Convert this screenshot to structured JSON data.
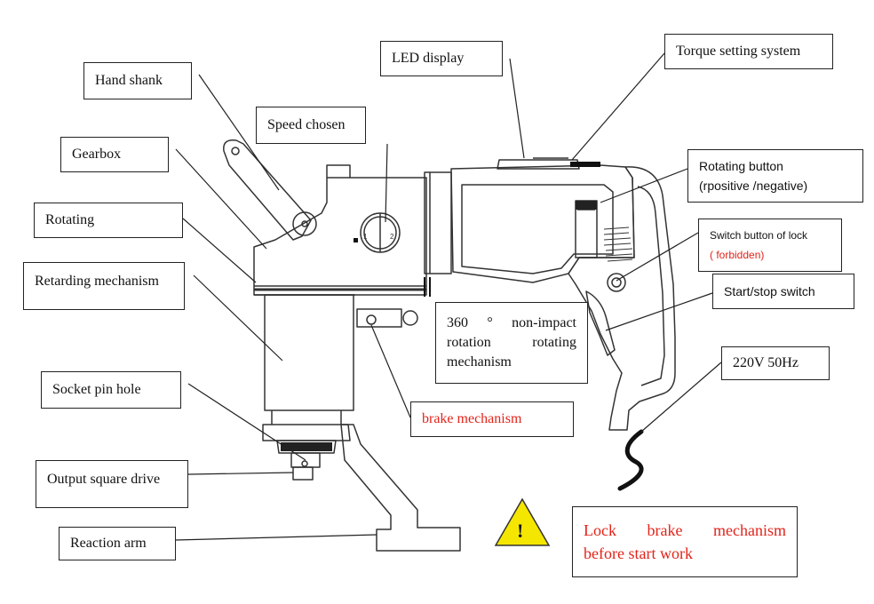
{
  "labels": {
    "hand_shank": "Hand shank",
    "gearbox": "Gearbox",
    "rotating": "Rotating",
    "retarding_mechanism": "Retarding mechanism",
    "socket_pin_hole": "Socket pin hole",
    "output_square_drive": "Output square drive",
    "reaction_arm": "Reaction arm",
    "speed_chosen": "Speed chosen",
    "led_display": "LED display",
    "torque_setting_system": "Torque setting system",
    "rotating_button_line1": "Rotating button",
    "rotating_button_line2": "(rpositive /negative)",
    "switch_lock_line1": "Switch button of lock",
    "switch_lock_line2": "( forbidden)",
    "start_stop_switch": "Start/stop switch",
    "voltage": "220V 50Hz",
    "non_impact_line1a": "360 °",
    "non_impact_line1b": "non-impact",
    "non_impact_line2a": "rotation",
    "non_impact_line2b": "rotating",
    "non_impact_line3": "mechanism",
    "brake_mechanism": "brake mechanism",
    "lock_brake_line1a": "Lock",
    "lock_brake_line1b": "brake",
    "lock_brake_line1c": "mechanism",
    "lock_brake_line2": "before start work",
    "dial_mark_1": "1",
    "dial_mark_2": "2",
    "warning_symbol": "!"
  },
  "colors": {
    "warning_label": "#e2231a",
    "warning_triangle": "#f5e600",
    "line": "#222222"
  },
  "icons": {
    "warning": "warning-triangle-icon"
  }
}
